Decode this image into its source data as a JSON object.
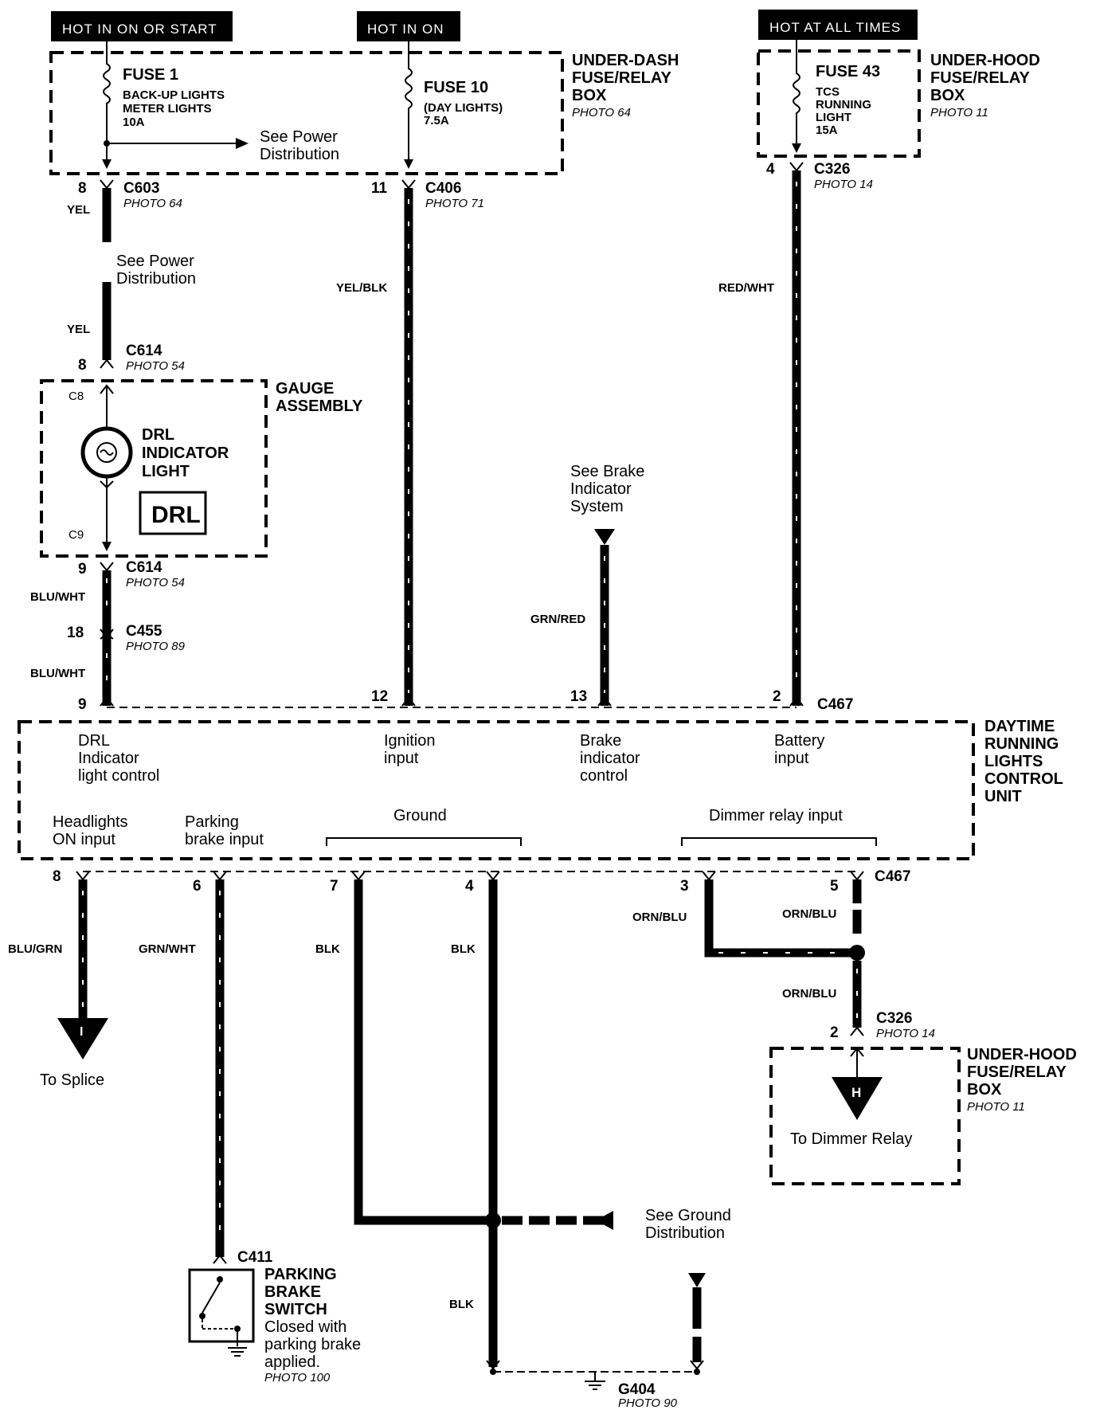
{
  "headers": {
    "hot_on_start": "HOT IN ON OR START",
    "hot_on": "HOT IN ON",
    "hot_all": "HOT AT ALL TIMES"
  },
  "underdash_box": {
    "line1": "UNDER-DASH",
    "line2": "FUSE/RELAY",
    "line3": "BOX",
    "photo": "PHOTO 64"
  },
  "underhood_box_top": {
    "line1": "UNDER-HOOD",
    "line2": "FUSE/RELAY",
    "line3": "BOX",
    "photo": "PHOTO 11"
  },
  "underhood_box_bottom": {
    "line1": "UNDER-HOOD",
    "line2": "FUSE/RELAY",
    "line3": "BOX",
    "photo": "PHOTO 11"
  },
  "fuse1": {
    "name": "FUSE 1",
    "l1": "BACK-UP LIGHTS",
    "l2": "METER LIGHTS",
    "l3": "10A"
  },
  "fuse10": {
    "name": "FUSE 10",
    "l1": "(DAY LIGHTS)",
    "l2": "7.5A"
  },
  "fuse43": {
    "name": "FUSE 43",
    "l1": "TCS",
    "l2": "RUNNING",
    "l3": "LIGHT",
    "l4": "15A"
  },
  "see_power_1": {
    "l1": "See Power",
    "l2": "Distribution"
  },
  "see_power_2": {
    "l1": "See Power",
    "l2": "Distribution"
  },
  "connectors": {
    "c603": {
      "name": "C603",
      "photo": "PHOTO 64",
      "pin": "8"
    },
    "c406": {
      "name": "C406",
      "photo": "PHOTO 71",
      "pin": "11"
    },
    "c326_top": {
      "name": "C326",
      "photo": "PHOTO 14",
      "pin": "4"
    },
    "c614_a": {
      "name": "C614",
      "photo": "PHOTO 54",
      "pin": "8"
    },
    "c614_b": {
      "name": "C614",
      "photo": "PHOTO 54",
      "pin": "9"
    },
    "c455": {
      "name": "C455",
      "photo": "PHOTO 89",
      "pin": "18"
    },
    "c467_top": {
      "name": "C467"
    },
    "c467_bottom": {
      "name": "C467"
    },
    "c326_bottom": {
      "name": "C326",
      "photo": "PHOTO 14",
      "pin": "2"
    },
    "c411": {
      "name": "C411"
    }
  },
  "wires": {
    "yel_1": "YEL",
    "yel_2": "YEL",
    "yel_blk": "YEL/BLK",
    "red_wht": "RED/WHT",
    "grn_red": "GRN/RED",
    "blu_wht_1": "BLU/WHT",
    "blu_wht_2": "BLU/WHT",
    "blu_grn": "BLU/GRN",
    "grn_wht": "GRN/WHT",
    "blk_1": "BLK",
    "blk_2": "BLK",
    "blk_3": "BLK",
    "orn_blu_1": "ORN/BLU",
    "orn_blu_2": "ORN/BLU",
    "orn_blu_3": "ORN/BLU"
  },
  "gauge": {
    "title1": "GAUGE",
    "title2": "ASSEMBLY",
    "pin_c8": "C8",
    "pin_c9": "C9",
    "light1": "DRL",
    "light2": "INDICATOR",
    "light3": "LIGHT",
    "badge": "DRL"
  },
  "brake_ref": {
    "l1": "See Brake",
    "l2": "Indicator",
    "l3": "System"
  },
  "unit": {
    "title1": "DAYTIME",
    "title2": "RUNNING",
    "title3": "LIGHTS",
    "title4": "CONTROL",
    "title5": "UNIT",
    "pins_top": {
      "p9": "9",
      "p12": "12",
      "p13": "13",
      "p2": "2"
    },
    "pins_bottom": {
      "p8": "8",
      "p6": "6",
      "p7": "7",
      "p4": "4",
      "p3": "3",
      "p5": "5"
    },
    "drl_ctrl": {
      "l1": "DRL",
      "l2": "Indicator",
      "l3": "light control"
    },
    "ign": {
      "l1": "Ignition",
      "l2": "input"
    },
    "brake": {
      "l1": "Brake",
      "l2": "indicator",
      "l3": "control"
    },
    "battery": {
      "l1": "Battery",
      "l2": "input"
    },
    "headlights": {
      "l1": "Headlights",
      "l2": "ON input"
    },
    "parking": {
      "l1": "Parking",
      "l2": "brake input"
    },
    "ground": "Ground",
    "dimmer": "Dimmer relay input"
  },
  "to_splice": {
    "letter": "I",
    "label": "To Splice"
  },
  "to_dimmer": {
    "letter": "H",
    "label": "To Dimmer Relay"
  },
  "parking_switch": {
    "l1": "PARKING",
    "l2": "BRAKE",
    "l3": "SWITCH",
    "l4": "Closed with",
    "l5": "parking brake",
    "l6": "applied.",
    "photo": "PHOTO 100"
  },
  "ground_ref": {
    "l1": "See Ground",
    "l2": "Distribution"
  },
  "g404": {
    "name": "G404",
    "photo": "PHOTO 90"
  }
}
